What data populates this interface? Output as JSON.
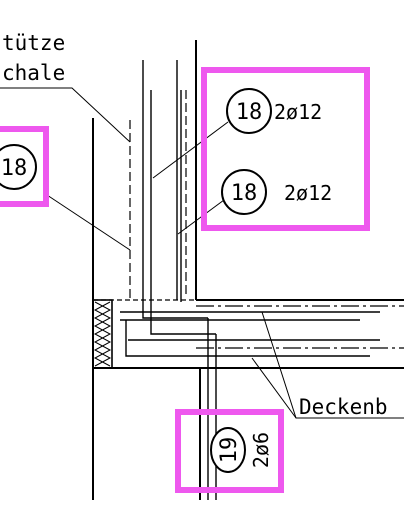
{
  "colors": {
    "highlight": "#ee58ee",
    "ink": "#000000",
    "background": "#ffffff"
  },
  "labels": {
    "stuetze": "tütze",
    "schale": "chale",
    "deckenb": "Deckenb"
  },
  "callouts": {
    "top_left": {
      "number": "18"
    },
    "right_upper": {
      "number": "18",
      "spec": "2ø12"
    },
    "right_lower": {
      "number": "18",
      "spec": "2ø12"
    },
    "bottom": {
      "number": "19",
      "spec": "2ø6"
    }
  }
}
